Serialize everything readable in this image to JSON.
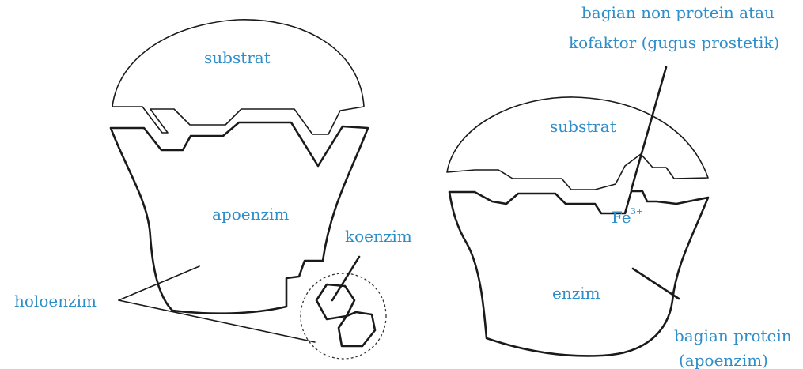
{
  "left": {
    "substrate_label": "substrat",
    "apoenzyme_label": "apoenzim",
    "coenzyme_label": "koenzim",
    "holoenzyme_label": "holoenzim"
  },
  "right": {
    "substrate_label": "substrat",
    "cofactor_label_line1": "bagian non protein atau",
    "cofactor_label_line2": "kofaktor (gugus prostetik)",
    "iron_symbol": "Fe",
    "iron_charge": "3+",
    "enzyme_label": "enzim",
    "protein_label_line1": "bagian protein",
    "protein_label_line2": "(apoenzim)"
  }
}
